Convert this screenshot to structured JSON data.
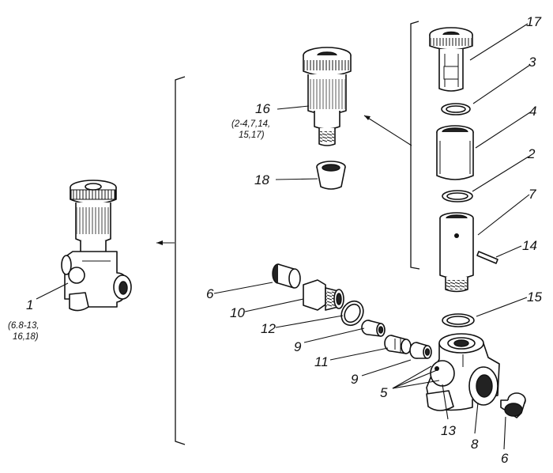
{
  "callouts": {
    "p1": "1",
    "p1_sub1": "(6.8-13,",
    "p1_sub2": "16,18)",
    "p16": "16",
    "p16_sub1": "(2-4,7,14,",
    "p16_sub2": "15,17)",
    "p18": "18",
    "p17": "17",
    "p3": "3",
    "p4": "4",
    "p2": "2",
    "p7": "7",
    "p14": "14",
    "p15": "15",
    "p6a": "6",
    "p10": "10",
    "p12": "12",
    "p9a": "9",
    "p11": "11",
    "p9b": "9",
    "p5": "5",
    "p13": "13",
    "p8": "8",
    "p6b": "6"
  }
}
